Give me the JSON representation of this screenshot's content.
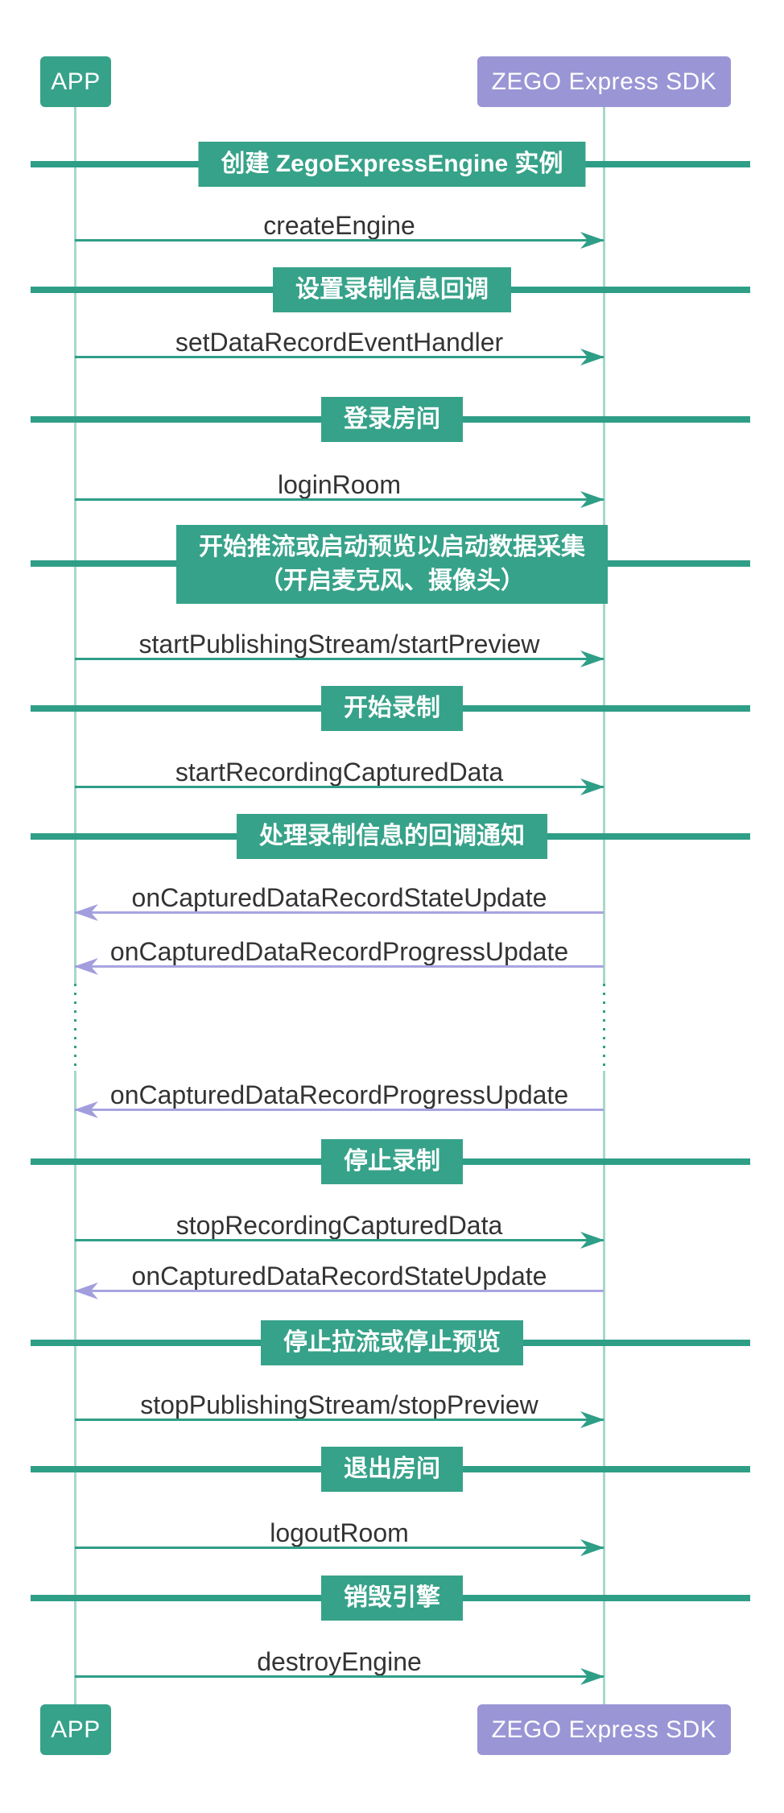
{
  "diagram": {
    "title_context": "ZEGO Express SDK data recording sequence",
    "actors": {
      "app": {
        "label": "APP"
      },
      "sdk": {
        "label": "ZEGO Express SDK"
      }
    },
    "phases": [
      {
        "label": "创建 ZegoExpressEngine 实例"
      },
      {
        "label": "设置录制信息回调"
      },
      {
        "label": "登录房间"
      },
      {
        "label": "开始推流或启动预览以启动数据采集",
        "label2": "（开启麦克风、摄像头）"
      },
      {
        "label": "开始录制"
      },
      {
        "label": "处理录制信息的回调通知"
      },
      {
        "label": "停止录制"
      },
      {
        "label": "停止拉流或停止预览"
      },
      {
        "label": "退出房间"
      },
      {
        "label": "销毁引擎"
      }
    ],
    "messages": [
      {
        "label": "createEngine",
        "direction": "app-to-sdk"
      },
      {
        "label": "setDataRecordEventHandler",
        "direction": "app-to-sdk"
      },
      {
        "label": "loginRoom",
        "direction": "app-to-sdk"
      },
      {
        "label": "startPublishingStream/startPreview",
        "direction": "app-to-sdk"
      },
      {
        "label": "startRecordingCapturedData",
        "direction": "app-to-sdk"
      },
      {
        "label": "onCapturedDataRecordStateUpdate",
        "direction": "sdk-to-app"
      },
      {
        "label": "onCapturedDataRecordProgressUpdate",
        "direction": "sdk-to-app"
      },
      {
        "label": "onCapturedDataRecordProgressUpdate",
        "direction": "sdk-to-app"
      },
      {
        "label": "stopRecordingCapturedData",
        "direction": "app-to-sdk"
      },
      {
        "label": "onCapturedDataRecordStateUpdate",
        "direction": "sdk-to-app"
      },
      {
        "label": "stopPublishingStream/stopPreview",
        "direction": "app-to-sdk"
      },
      {
        "label": "logoutRoom",
        "direction": "app-to-sdk"
      },
      {
        "label": "destroyEngine",
        "direction": "app-to-sdk"
      }
    ],
    "colors": {
      "teal_solid": "#2f9e87",
      "teal_box": "#36a289",
      "lifeline_light_teal": "#a6d8cc",
      "purple_box": "#9a95d5",
      "purple_arrow": "#a29edd",
      "message_text": "#333333",
      "background": "#ffffff"
    }
  }
}
